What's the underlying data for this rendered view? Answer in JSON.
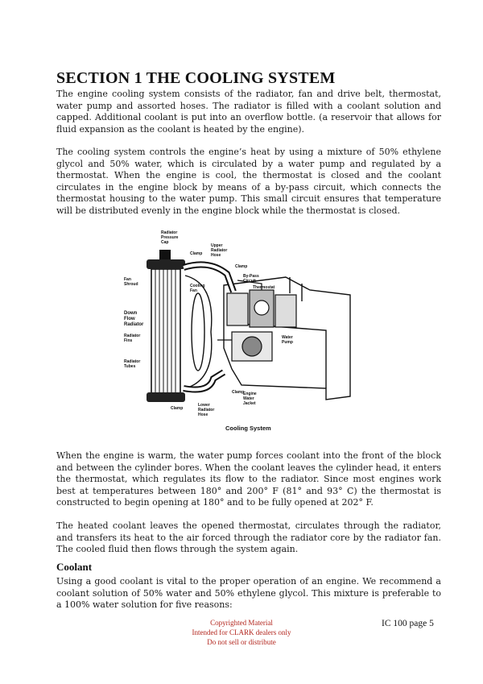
{
  "heading": "SECTION 1 THE COOLING SYSTEM",
  "paragraphs": {
    "intro": "The engine cooling system consists of the radiator, fan and drive belt, thermostat, water pump and assorted hoses. The radiator is filled with a coolant solution and capped. Additional coolant is put into an overflow bottle. (a reservoir that allows for fluid expansion as the coolant is heated by the engine).",
    "control": "The cooling system controls the engine’s heat by using a mixture of 50% ethylene glycol and 50% water, which is circulated by a water pump and regulated by a thermostat. When the engine is cool, the thermostat is closed and the coolant circulates in the engine block by means of a by-pass circuit, which connects the thermostat housing to the water pump. This small circuit ensures that temperature will be distributed evenly in the engine block while the thermostat is closed.",
    "warm": "When the engine is warm, the water pump forces coolant into the front of the block and between the cylinder bores. When the coolant leaves the cylinder head, it enters the thermostat, which regulates its flow to the radiator. Since most engines work best at temperatures between 180° and 200° F (81° and 93° C) the thermostat is constructed to begin opening at 180° and to be fully opened at 202° F.",
    "heated": "The heated coolant leaves the opened thermostat, circulates through the radiator, and transfers its heat to the air forced through the radiator core by the radiator fan. The cooled fluid then flows through the system again.",
    "coolant": "Using a good coolant is vital to the proper operation of an engine. We recommend a coolant solution of 50% water and 50% ethylene glycol. This mixture is preferable to a 100% water solution for five reasons:"
  },
  "subheading": "Coolant",
  "diagram": {
    "caption": "Cooling System",
    "labels": {
      "pressure_cap": [
        "Radiator",
        "Pressure",
        "Cap"
      ],
      "clamp_top": "Clamp",
      "upper_hose": [
        "Upper",
        "Radiator",
        "Hose"
      ],
      "clamp_mid": "Clamp",
      "bypass": [
        "By-Pass",
        "Circuit"
      ],
      "thermostat": "Thermostat",
      "fan_shroud": [
        "Fan",
        "Shroud"
      ],
      "cooling_fan": [
        "Cooling",
        "Fan"
      ],
      "down_flow": [
        "Down",
        "Flow",
        "Radiator"
      ],
      "radiator_fins": [
        "Radiator",
        "Fins"
      ],
      "water_pump": [
        "Water",
        "Pump"
      ],
      "radiator_tubes": [
        "Radiator",
        "Tubes"
      ],
      "clamp_lower_right": "Clamp",
      "water_jacket": [
        "Engine",
        "Water",
        "Jacket"
      ],
      "clamp_bottom": "Clamp",
      "lower_hose": [
        "Lower",
        "Radiator",
        "Hose"
      ]
    }
  },
  "footer": {
    "notice": [
      "Copyrighted Material",
      "Intended for CLARK dealers only",
      "Do not sell or distribute"
    ],
    "notice_color": "#b3261e",
    "page_label": "IC 100 page 5"
  }
}
